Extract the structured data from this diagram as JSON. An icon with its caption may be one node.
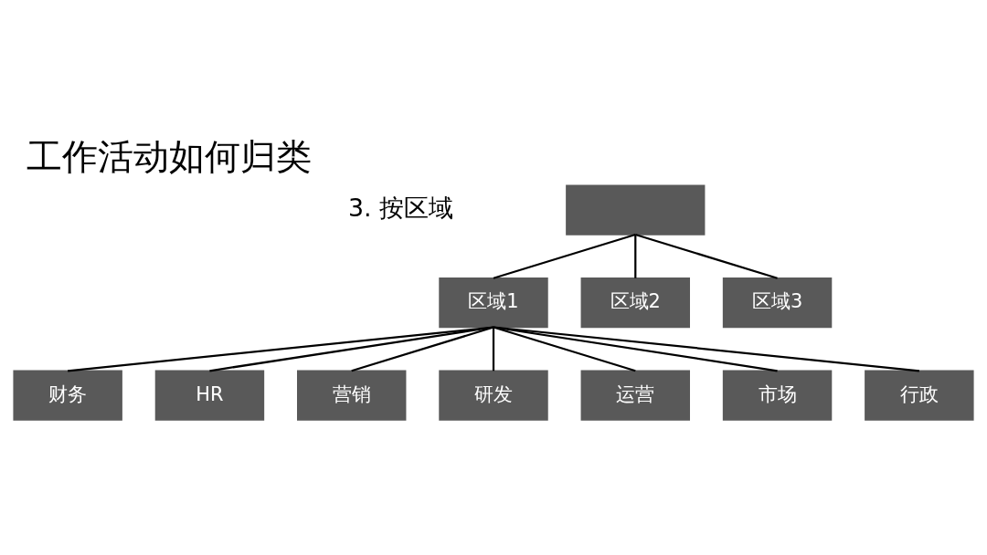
{
  "diagram": {
    "title": "工作活动如何归类",
    "nodes": [
      {
        "text": [],
        "shape": "box"
      },
      {
        "text": [
          "区域1"
        ]
      },
      {
        "text": [
          "区域2"
        ]
      },
      {
        "text": [
          "区域3"
        ]
      },
      {
        "text": [
          "财务"
        ]
      },
      {
        "text": [
          "HR"
        ]
      },
      {
        "text": [
          "营销"
        ]
      },
      {
        "text": [
          "研发"
        ]
      },
      {
        "text": [
          "运营"
        ]
      },
      {
        "text": [
          "市场"
        ]
      },
      {
        "text": [
          "行政"
        ]
      }
    ],
    "edges": [
      {
        "from": 0,
        "to": 1,
        "arrow": "none"
      },
      {
        "from": 0,
        "to": 2,
        "arrow": "none"
      },
      {
        "from": 0,
        "to": 3,
        "arrow": "none"
      },
      {
        "from": 1,
        "to": 4,
        "arrow": "none"
      },
      {
        "from": 1,
        "to": 5,
        "arrow": "none"
      },
      {
        "from": 1,
        "to": 6,
        "arrow": "none"
      },
      {
        "from": 1,
        "to": 7,
        "arrow": "none"
      },
      {
        "from": 1,
        "to": 8,
        "arrow": "none"
      },
      {
        "from": 1,
        "to": 9,
        "arrow": "none"
      },
      {
        "from": 1,
        "to": 10,
        "arrow": "none"
      }
    ],
    "labels": [
      "3. 按区域"
    ]
  }
}
